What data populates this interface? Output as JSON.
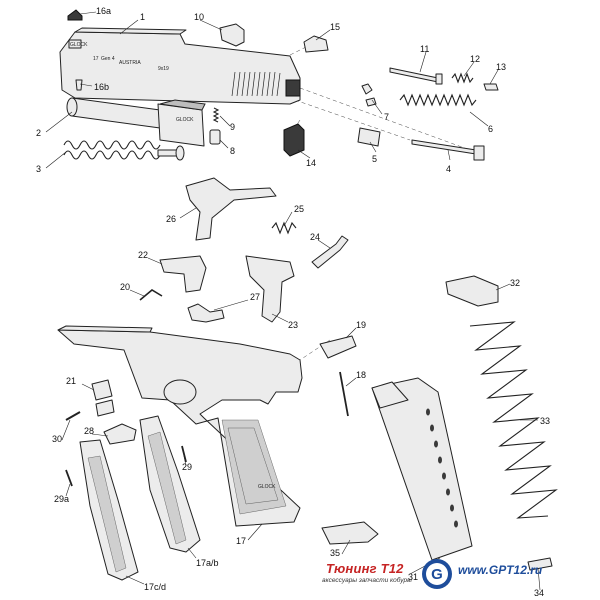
{
  "labels": {
    "l1": "1",
    "l2": "2",
    "l3": "3",
    "l4": "4",
    "l5": "5",
    "l6": "6",
    "l7": "7",
    "l8": "8",
    "l9": "9",
    "l10": "10",
    "l11": "11",
    "l12": "12",
    "l13": "13",
    "l14": "14",
    "l15": "15",
    "l16a": "16a",
    "l16b": "16b",
    "l17": "17",
    "l17ab": "17a/b",
    "l17cd": "17c/d",
    "l18": "18",
    "l19": "19",
    "l20": "20",
    "l21": "21",
    "l22": "22",
    "l23": "23",
    "l24": "24",
    "l25": "25",
    "l26": "26",
    "l27": "27",
    "l28": "28",
    "l29": "29",
    "l29a": "29a",
    "l30": "30",
    "l31": "31",
    "l32": "32",
    "l33": "33",
    "l34": "34",
    "l35": "35"
  },
  "engraving": {
    "slide_model": "17",
    "slide_gen": "Gen 4",
    "slide_country": "AUSTRIA",
    "slide_caliber": "9x19",
    "slide_logo": "GLOCK",
    "barrel_logo": "GLOCK",
    "frame_logo": "GLOCK"
  },
  "brand": {
    "name": "Тюнинг Т12",
    "tagline": "аксессуары запчасти кобуры",
    "url": "www.GPT12.ru",
    "logo_letter": "G"
  },
  "colors": {
    "brand_red": "#c62424",
    "brand_blue": "#1e4d9b",
    "line": "#222222",
    "part_fill": "#ececec"
  }
}
